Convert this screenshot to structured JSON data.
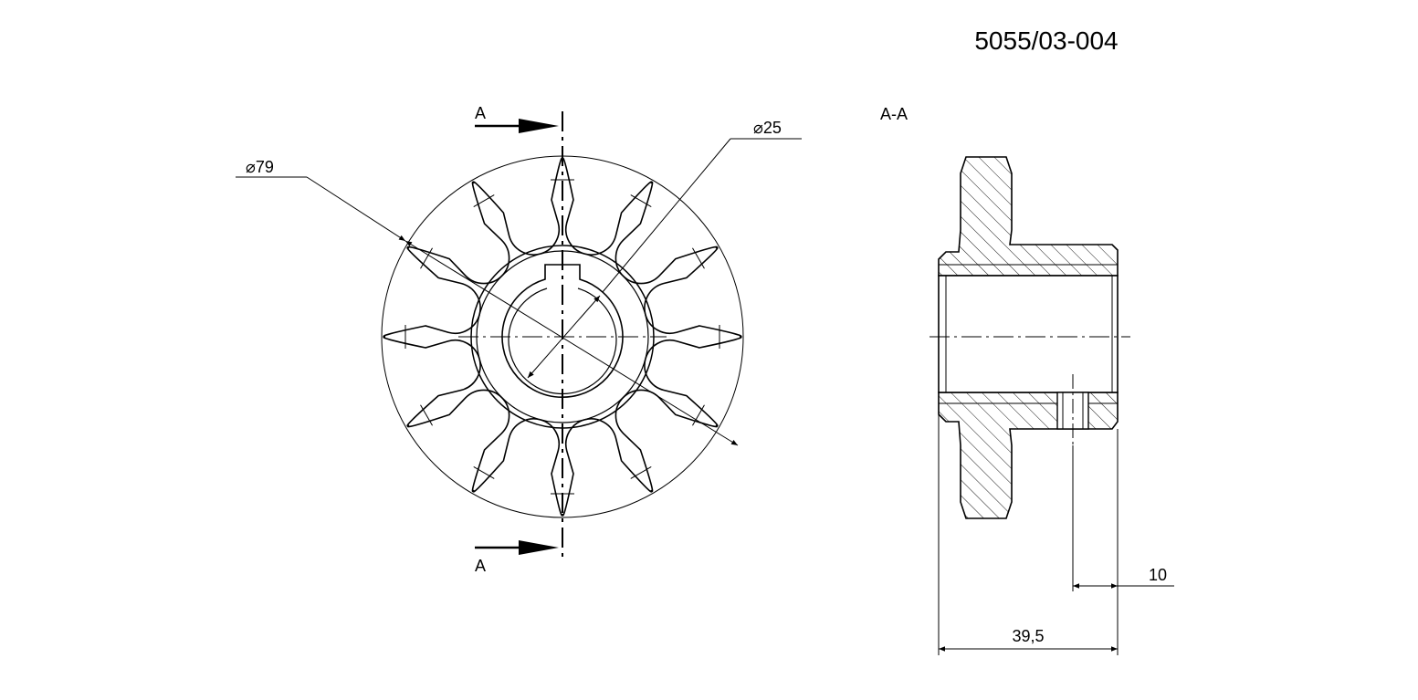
{
  "drawing_number": "5055/03-004",
  "front_view": {
    "section_label_top": "A",
    "section_label_bottom": "A",
    "dim_outer_diameter": "79",
    "dim_bore_diameter": "25",
    "diameter_symbol": "⌀",
    "teeth_count": 12
  },
  "section_view": {
    "title": "A-A",
    "dim_hole_offset": "10",
    "dim_total_length": "39,5"
  }
}
